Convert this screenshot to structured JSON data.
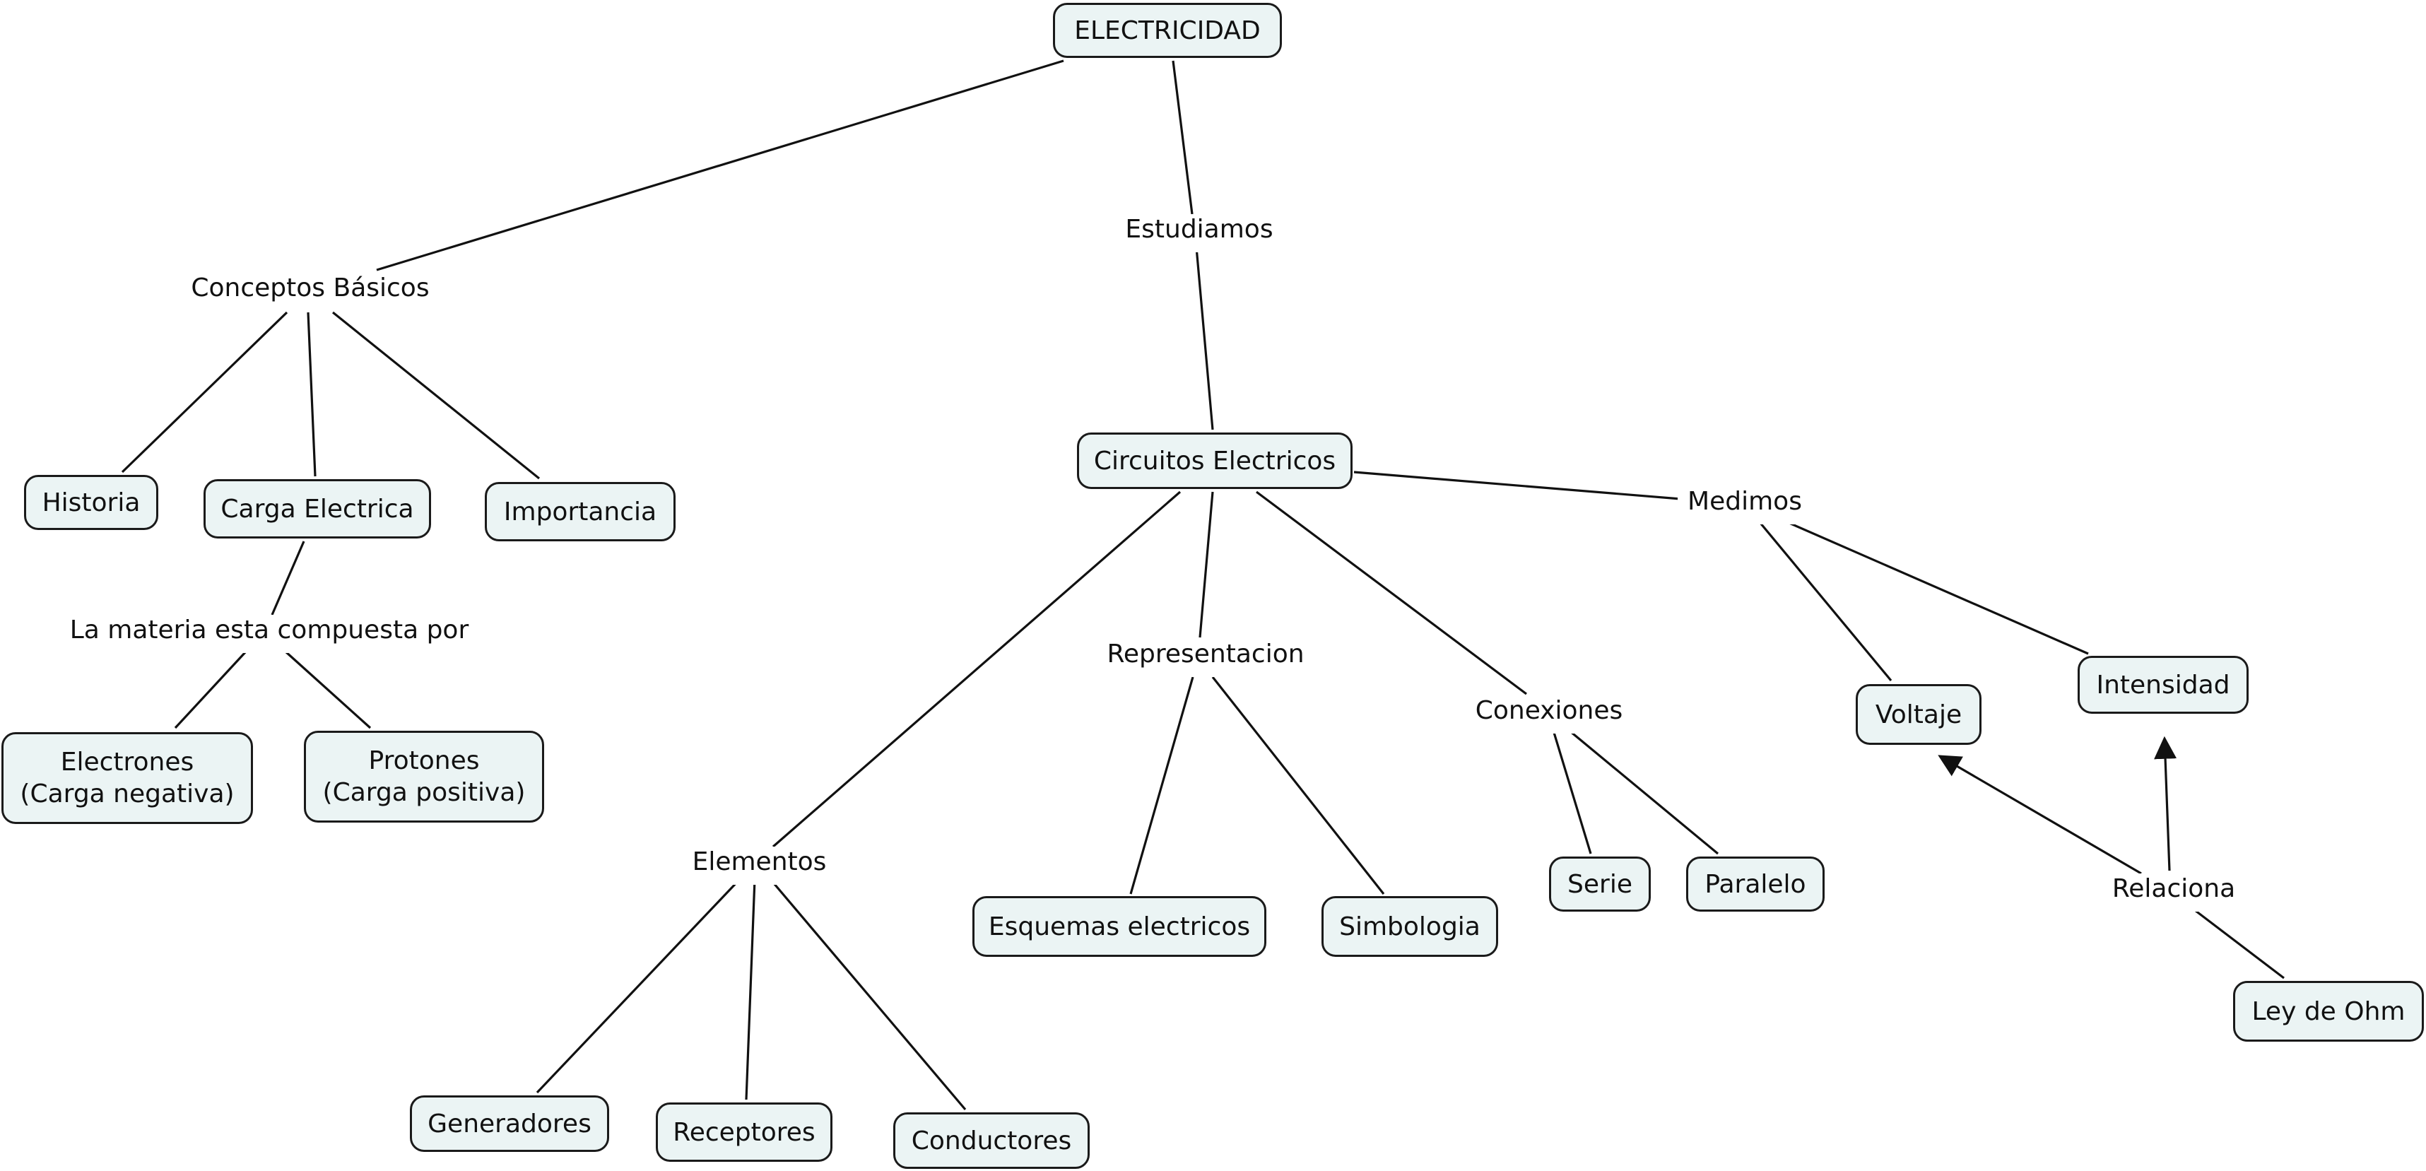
{
  "concepts": {
    "electricidad": "ELECTRICIDAD",
    "historia": "Historia",
    "carga_electrica": "Carga Electrica",
    "importancia": "Importancia",
    "electrones_1": "Electrones",
    "electrones_2": "(Carga negativa)",
    "protones_1": "Protones",
    "protones_2": "(Carga positiva)",
    "circuitos": "Circuitos Electricos",
    "voltaje": "Voltaje",
    "intensidad": "Intensidad",
    "esquemas": "Esquemas electricos",
    "simbologia": "Simbologia",
    "serie": "Serie",
    "paralelo": "Paralelo",
    "ley_ohm": "Ley de Ohm",
    "generadores": "Generadores",
    "receptores": "Receptores",
    "conductores": "Conductores"
  },
  "linking_phrases": {
    "conceptos_basicos": "Conceptos Básicos",
    "estudiamos": "Estudiamos",
    "materia": "La materia esta compuesta por",
    "medimos": "Medimos",
    "representacion": "Representacion",
    "conexiones": "Conexiones",
    "elementos": "Elementos",
    "relaciona": "Relaciona"
  }
}
